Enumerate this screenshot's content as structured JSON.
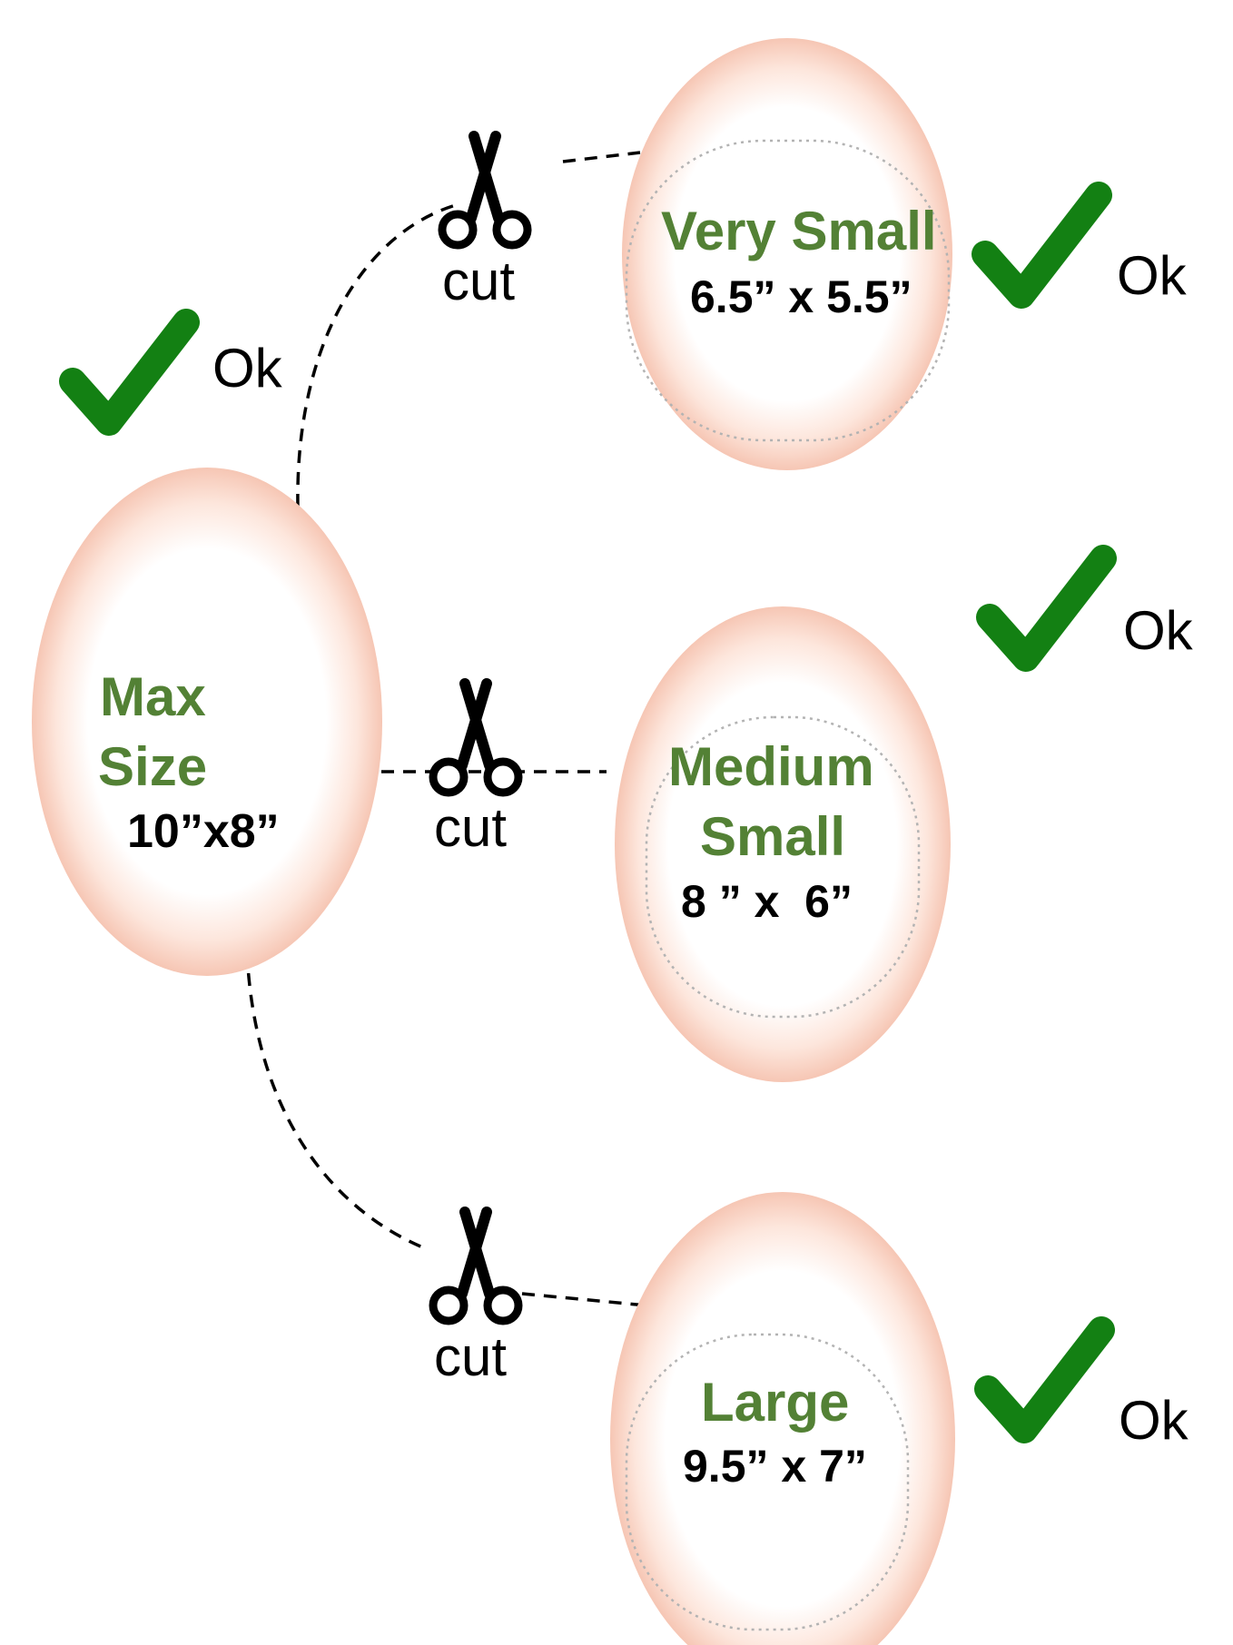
{
  "colors": {
    "check": "#138013",
    "size_name": "#538135",
    "dimensions": "#000000",
    "ok_text": "#000000",
    "oval_rim": "#f6c6b4",
    "oval_center": "#ffffff",
    "dashed_line": "#000000"
  },
  "icons": {
    "check": "check-icon",
    "scissors": "scissors-icon"
  },
  "max": {
    "line1": "Max",
    "line2": "Size",
    "dimensions": "10”x8”",
    "ok": "Ok"
  },
  "very_small": {
    "name": "Very Small",
    "dimensions": "6.5” x 5.5”",
    "ok": "Ok"
  },
  "medium_small": {
    "line1": "Medium",
    "line2": "Small",
    "dimensions": "8 ” x  6”",
    "ok": "Ok"
  },
  "large": {
    "name": "Large",
    "dimensions": "9.5” x 7”",
    "ok": "Ok"
  },
  "cut_labels": {
    "top": "cut",
    "middle": "cut",
    "bottom": "cut"
  }
}
